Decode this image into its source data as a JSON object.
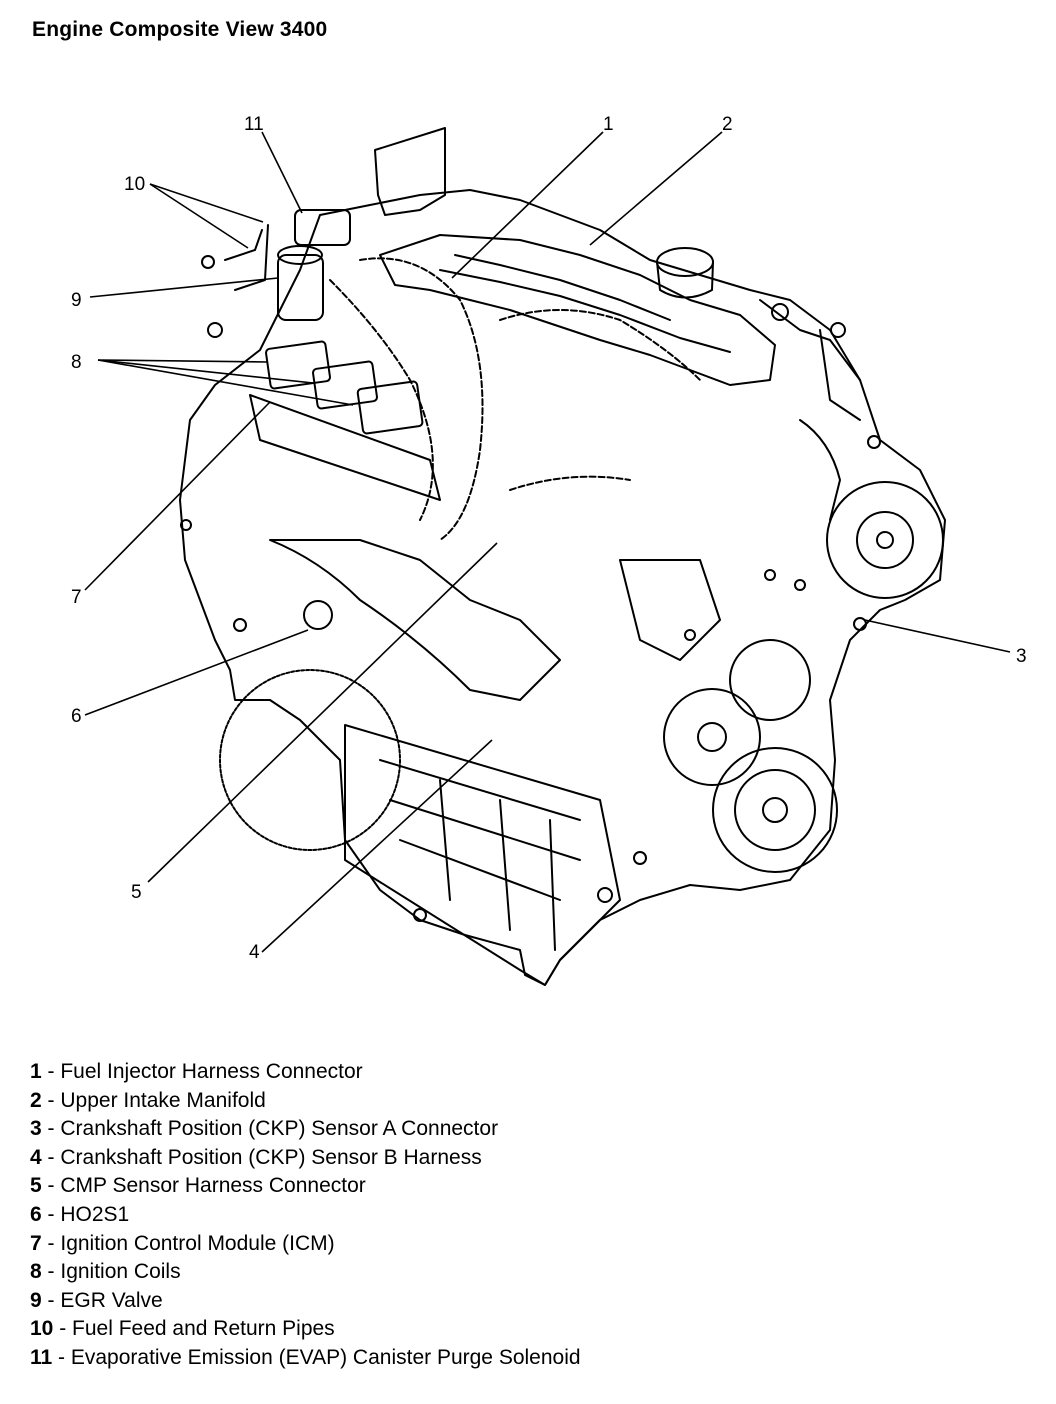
{
  "title": "Engine Composite View 3400",
  "callouts": [
    {
      "num": "1",
      "label": "Fuel Injector Harness Connector"
    },
    {
      "num": "2",
      "label": "Upper Intake Manifold"
    },
    {
      "num": "3",
      "label": "Crankshaft Position (CKP) Sensor A Connector"
    },
    {
      "num": "4",
      "label": "Crankshaft Position (CKP) Sensor B Harness"
    },
    {
      "num": "5",
      "label": "CMP Sensor Harness Connector"
    },
    {
      "num": "6",
      "label": "HO2S1"
    },
    {
      "num": "7",
      "label": "Ignition Control Module (ICM)"
    },
    {
      "num": "8",
      "label": "Ignition Coils"
    },
    {
      "num": "9",
      "label": "EGR Valve"
    },
    {
      "num": "10",
      "label": "Fuel Feed and Return Pipes"
    },
    {
      "num": "11",
      "label": "Evaporative Emission (EVAP) Canister Purge Solenoid"
    }
  ],
  "separator": " - ",
  "colors": {
    "line": "#000000",
    "background": "#ffffff"
  }
}
